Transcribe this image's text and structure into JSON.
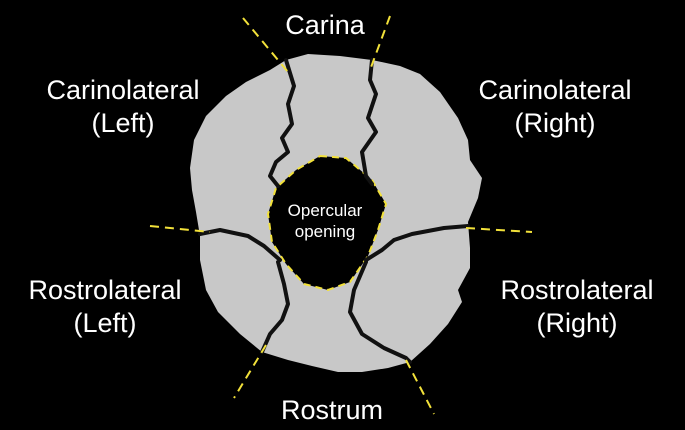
{
  "labels": {
    "carina": "Carina",
    "carinolateral_left": [
      "Carinolateral",
      "(Left)"
    ],
    "carinolateral_right": [
      "Carinolateral",
      "(Right)"
    ],
    "rostrolateral_left": [
      "Rostrolateral",
      "(Left)"
    ],
    "rostrolateral_right": [
      "Rostrolateral",
      "(Right)"
    ],
    "rostrum": "Rostrum",
    "opercular_opening": [
      "Opercular",
      "opening"
    ]
  },
  "colors": {
    "background": "#000000",
    "shell": "#c8c8c8",
    "sutures": "#111111",
    "guides": "#f2e13a",
    "text": "#ffffff"
  }
}
